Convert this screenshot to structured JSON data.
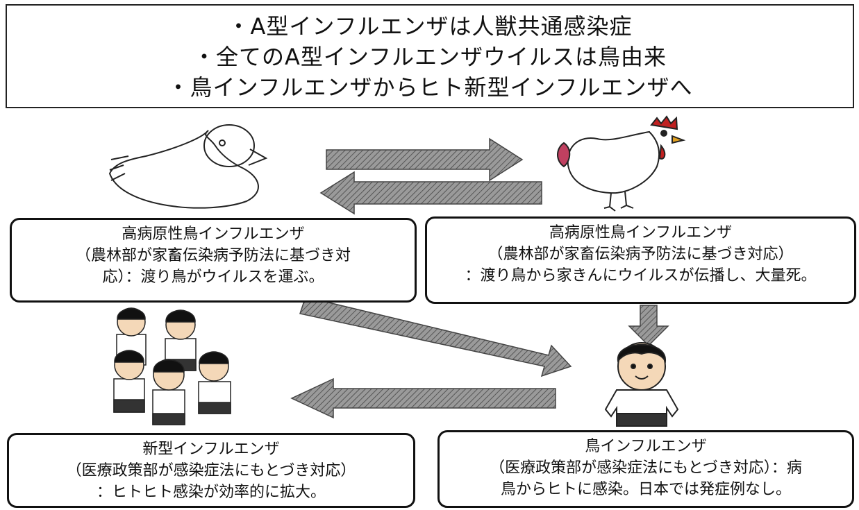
{
  "header": {
    "lines": [
      "・A型インフルエンザは人獣共通感染症",
      "・全てのA型インフルエンザウイルスは鳥由来",
      "・鳥インフルエンザからヒト新型インフルエンザへ"
    ]
  },
  "boxes": {
    "duck": {
      "title": "高病原性鳥インフルエンザ",
      "desc": "（農林部が家畜伝染病予防法に基づき対\n応）：渡り鳥がウイルスを運ぶ。"
    },
    "chicken": {
      "title": "高病原性鳥インフルエンザ",
      "desc": "（農林部が家畜伝染病予防法に基づき対応）\n：渡り鳥から家きんにウイルスが伝播し、大量死。"
    },
    "new_flu": {
      "title": "新型インフルエンザ",
      "desc": "（医療政策部が感染症法にもとづき対応）\n：ヒトヒト感染が効率的に拡大。"
    },
    "bird_flu": {
      "title": "鳥インフルエンザ",
      "desc": "（医療政策部が感染症法にもとづき対応）：病\n鳥からヒトに感染。日本では発症例なし。"
    }
  },
  "illustrations": [
    "duck-icon",
    "chicken-icon",
    "human-group-icon",
    "human-icon"
  ],
  "colors": {
    "arrow": "#8a8a8a",
    "arrow_edge": "#444444",
    "border": "#111111"
  }
}
